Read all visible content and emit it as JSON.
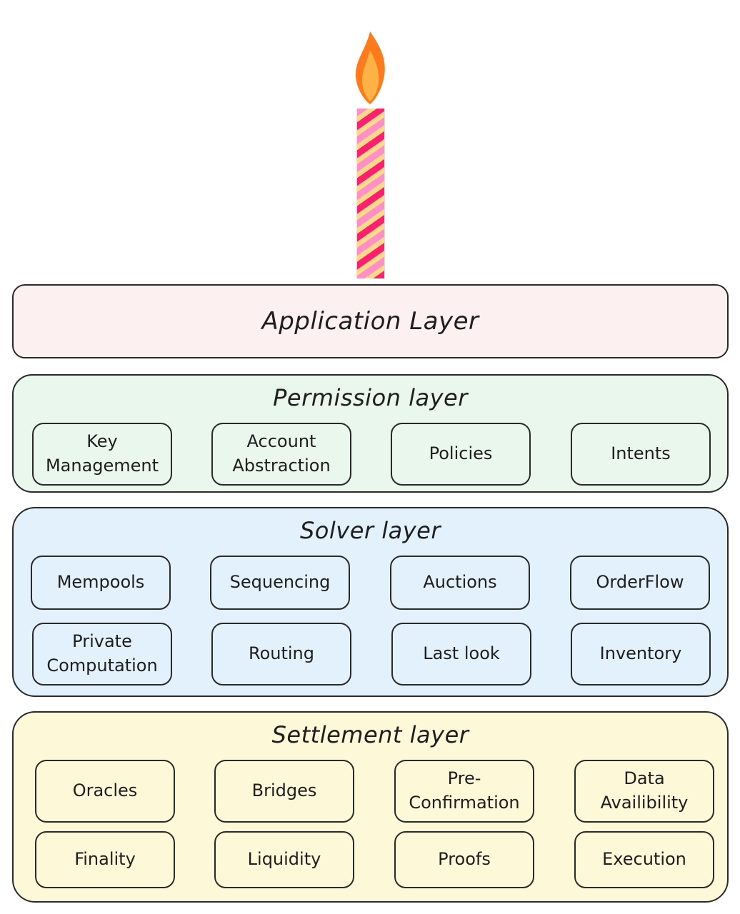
{
  "candle": {
    "flame_icon": "flame-icon",
    "stripe_colors": [
      "#ff1f6e",
      "#ffd98a",
      "#ff8fc6"
    ]
  },
  "layers": {
    "application": {
      "title": "Application Layer",
      "color": "#fdf0f1"
    },
    "permission": {
      "title": "Permission layer",
      "color": "#e9f7ec",
      "items": [
        "Key\nManagement",
        "Account\nAbstraction",
        "Policies",
        "Intents"
      ]
    },
    "solver": {
      "title": "Solver layer",
      "color": "#e3f1fd",
      "items": [
        "Mempools",
        "Sequencing",
        "Auctions",
        "OrderFlow",
        "Private\nComputation",
        "Routing",
        "Last look",
        "Inventory"
      ]
    },
    "settlement": {
      "title": "Settlement layer",
      "color": "#fdf8d8",
      "items": [
        "Oracles",
        "Bridges",
        "Pre-\nConfirmation",
        "Data\nAvailibility",
        "Finality",
        "Liquidity",
        "Proofs",
        "Execution"
      ]
    }
  }
}
